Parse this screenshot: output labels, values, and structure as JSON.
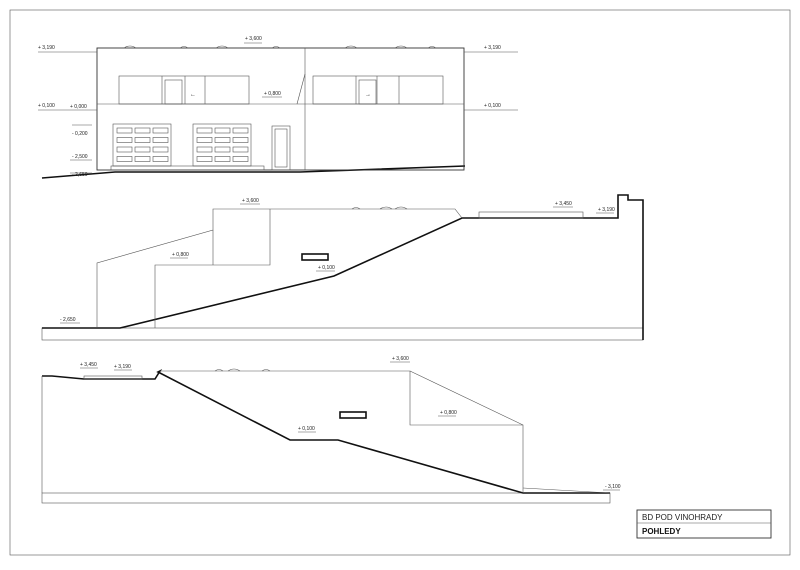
{
  "sheet": {
    "title_block": {
      "project": "BD POD VINOHRADY",
      "drawing": "POHLEDY"
    }
  },
  "view1": {
    "levels": {
      "top": "+ 3,600",
      "left_top": "+ 3,190",
      "right_top": "+ 3,190",
      "mid": "+ 0,800",
      "left_a": "+ 0,100",
      "left_b": "+ 0,000",
      "left_c": "- 0,200",
      "left_d": "- 2,500",
      "left_e": "- 2,650",
      "right_a": "+ 0,100"
    },
    "arrows": {
      "left": "←",
      "right": "→"
    }
  },
  "view2": {
    "levels": {
      "roof": "+ 3,600",
      "terrace": "+ 0,800",
      "entry": "+ 0,100",
      "base": "- 2,650",
      "right_high": "+ 3,450",
      "right_top": "+ 3,190"
    }
  },
  "view3": {
    "levels": {
      "left_high": "+ 3,450",
      "left_top": "+ 3,190",
      "roof": "+ 3,600",
      "terrace": "+ 0,800",
      "entry": "+ 0,100",
      "base": "- 3,100"
    }
  }
}
